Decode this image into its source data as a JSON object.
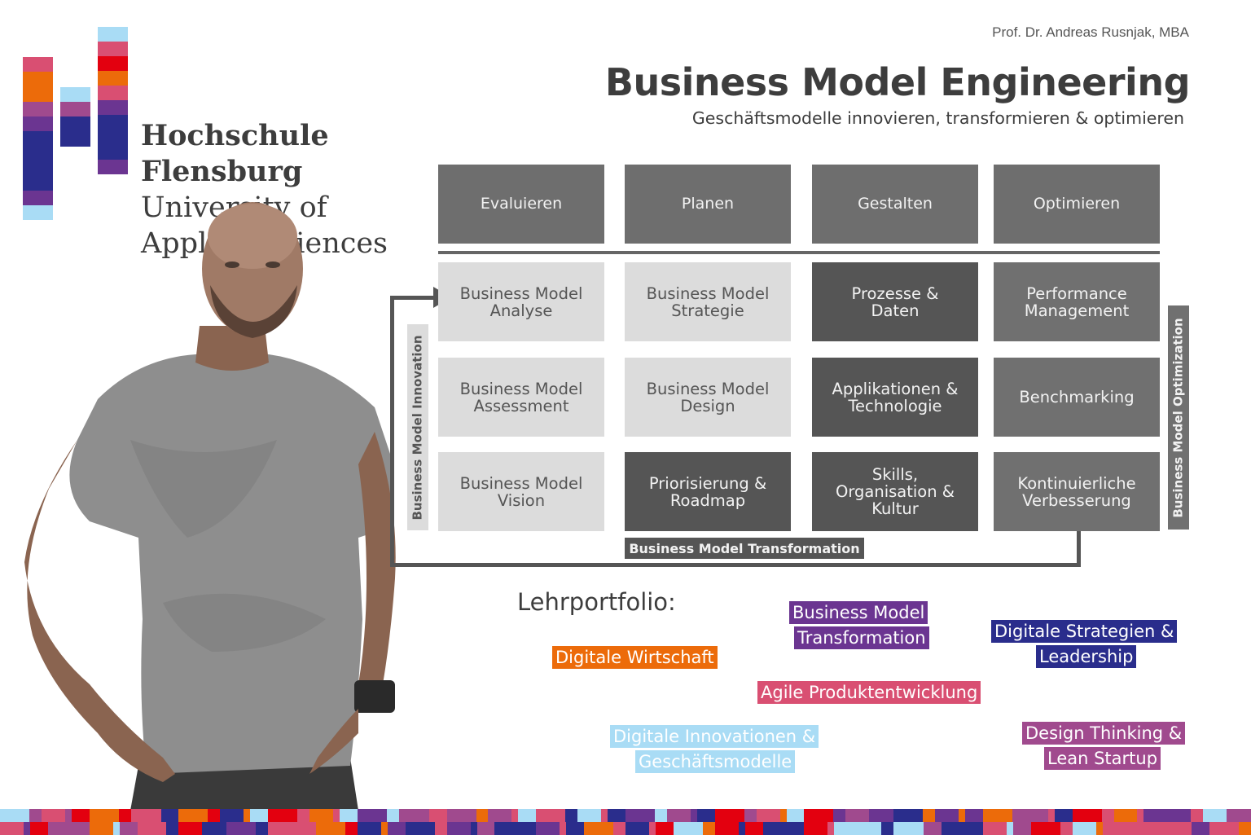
{
  "colors": {
    "pink": "#d94f72",
    "orange": "#ec6b0a",
    "red": "#e3000f",
    "magenta_purple": "#a04a8e",
    "purple": "#6b3591",
    "navy": "#2a2d8c",
    "light_blue": "#a9dcf5",
    "dark_gray": "#555555",
    "mid_gray": "#6e6e6e",
    "light_gray": "#dcdcdc"
  },
  "logo": {
    "line1": "Hochschule",
    "line2": "Flensburg",
    "line3": "University of",
    "line4": "Applied Sciences"
  },
  "header": {
    "author": "Prof. Dr. Andreas Rusnjak, MBA",
    "title": "Business Model Engineering",
    "subtitle": "Geschäftsmodelle innovieren, transformieren & optimieren"
  },
  "framework": {
    "phases": [
      "Evaluieren",
      "Planen",
      "Gestalten",
      "Optimieren"
    ],
    "rows": [
      [
        "Business Model\nAnalyse",
        "Business Model\nStrategie",
        "Prozesse &\nDaten",
        "Performance\nManagement"
      ],
      [
        "Business Model\nAssessment",
        "Business Model\nDesign",
        "Applikationen &\nTechnologie",
        "Benchmarking"
      ],
      [
        "Business Model\nVision",
        "Priorisierung &\nRoadmap",
        "Skills,\nOrganisation &\nKultur",
        "Kontinuierliche\nVerbesserung"
      ]
    ],
    "innovation_label": "Business Model Innovation",
    "transformation_label": "Business Model Transformation",
    "optimization_label": "Business Model Optimization"
  },
  "portfolio": {
    "heading": "Lehrportfolio:",
    "tags": [
      {
        "lines": [
          "Digitale Wirtschaft"
        ],
        "color": "#ec6b0a"
      },
      {
        "lines": [
          "Business Model",
          "Transformation"
        ],
        "color": "#6b3591"
      },
      {
        "lines": [
          "Digitale Strategien &",
          "Leadership"
        ],
        "color": "#2a2d8c"
      },
      {
        "lines": [
          "Agile Produktentwicklung"
        ],
        "color": "#d94f72"
      },
      {
        "lines": [
          "Digitale Innovationen &",
          "Geschäftsmodelle"
        ],
        "color": "#a9dcf5"
      },
      {
        "lines": [
          "Design Thinking &",
          "Lean Startup"
        ],
        "color": "#a04a8e"
      }
    ]
  }
}
